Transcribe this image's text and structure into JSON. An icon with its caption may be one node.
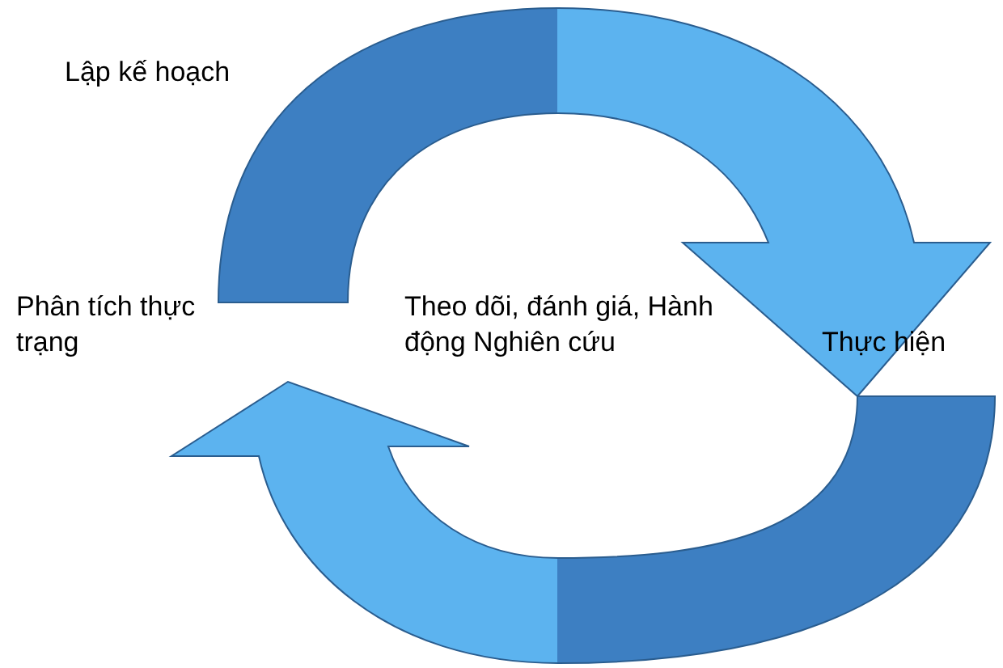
{
  "diagram": {
    "nodes": [
      {
        "text": [
          "Lập kế hoạch"
        ]
      },
      {
        "text": [
          "Phân tích thực trạng"
        ]
      },
      {
        "text": [
          "Theo dõi, đánh giá, Hành động Nghiên cứu"
        ]
      },
      {
        "text": [
          "Thực hiện"
        ]
      }
    ],
    "edges": [
      {
        "from": 1,
        "to": 3,
        "arrow": "to"
      },
      {
        "from": 3,
        "to": 1,
        "arrow": "to"
      }
    ]
  }
}
